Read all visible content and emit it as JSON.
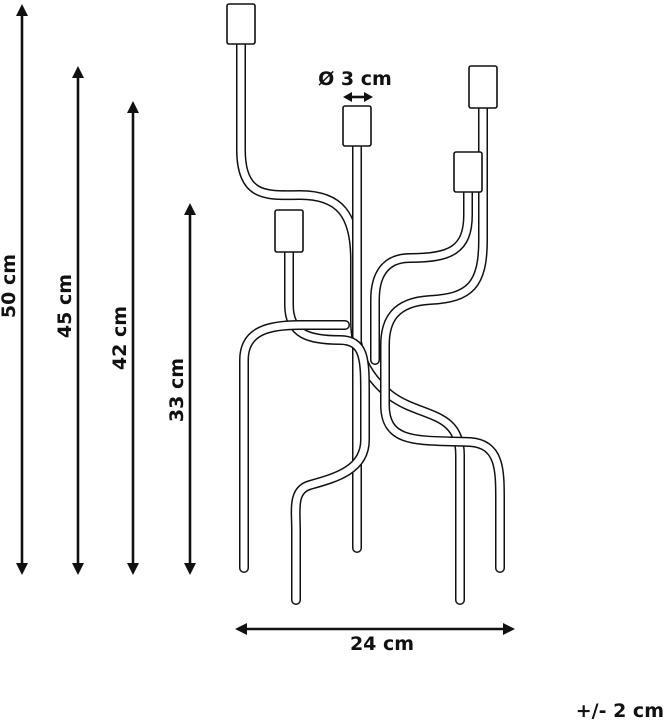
{
  "dimensions": {
    "height_50": "50 cm",
    "height_45": "45 cm",
    "height_42": "42 cm",
    "height_33": "33 cm",
    "width": "24 cm",
    "diameter": "Ø 3 cm",
    "tolerance": "+/- 2 cm"
  }
}
